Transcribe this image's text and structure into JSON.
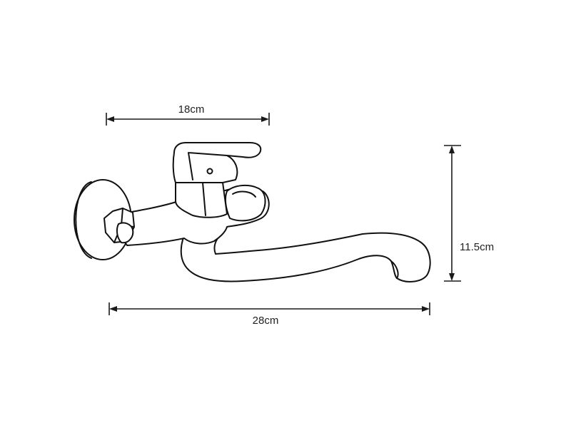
{
  "dimensions": {
    "handle_width": "18cm",
    "total_length": "28cm",
    "height": "11.5cm"
  }
}
